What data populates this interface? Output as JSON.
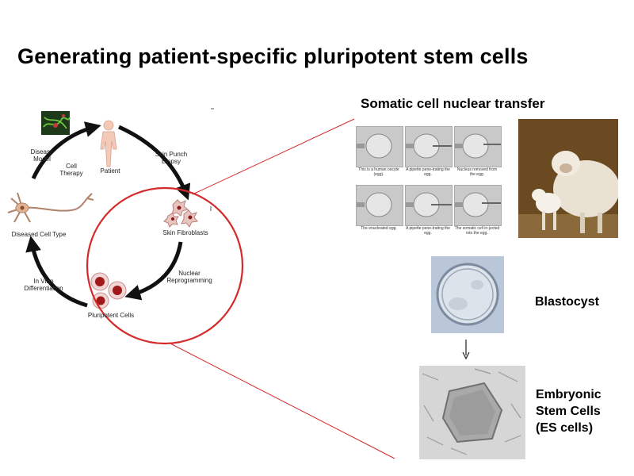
{
  "title": "Generating patient-specific pluripotent stem cells",
  "cycle": {
    "nodes": {
      "disease_model": "Disease\nModel",
      "patient": "Patient",
      "skin_fibroblasts": "Skin Fibroblasts",
      "pluripotent_cells": "Pluripotent Cells",
      "diseased_cell_type": "Diseased Cell Type"
    },
    "arrows": {
      "cell_therapy": "Cell\nTherapy",
      "skin_punch_biopsy": "Skin Punch\nBiopsy",
      "nuclear_reprogramming": "Nuclear\nReprogramming",
      "in_vitro_differentiation": "In Vitro\nDifferentiation"
    }
  },
  "scnt": {
    "heading": "Somatic cell nuclear transfer",
    "captions": [
      "This is a human oocyte (egg).",
      "A pipette pene-trating the egg.",
      "Nucleus removed from the egg.",
      "The enucleated egg.",
      "A pipette pene-trating the egg.",
      "The somatic cell in-jected into the egg."
    ]
  },
  "labels": {
    "blastocyst": "Blastocyst",
    "es_cells": "Embryonic\nStem Cells\n(ES cells)"
  },
  "colors": {
    "highlight_circle": "#d42a2a",
    "cycle_arrow": "#111111",
    "cell_red": "#a01818",
    "sheep_bg": "#6b4a22"
  }
}
